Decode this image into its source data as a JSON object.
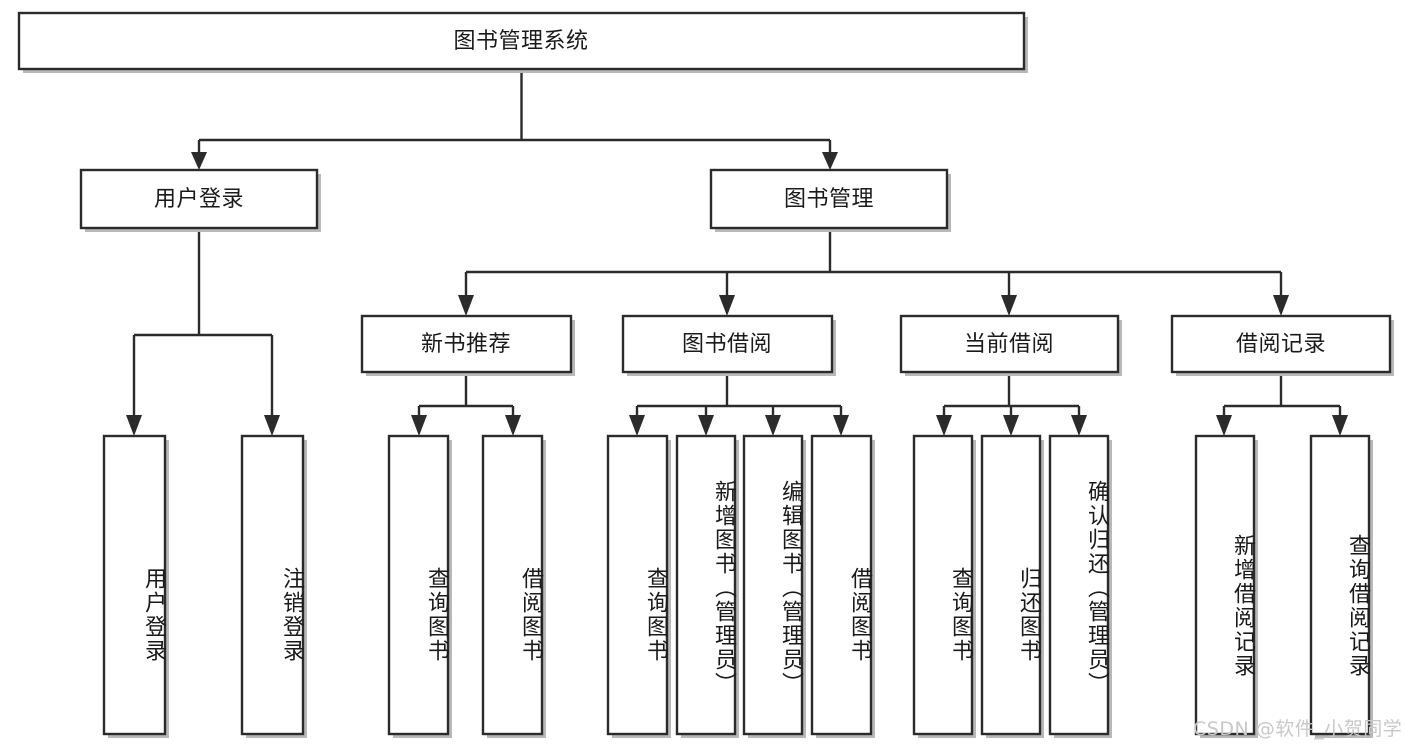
{
  "diagram": {
    "title": "图书管理系统",
    "type": "tree-hierarchy-diagram",
    "root": {
      "id": "root",
      "label": "图书管理系统"
    },
    "level2": [
      {
        "id": "user-login",
        "label": "用户登录"
      },
      {
        "id": "book-management",
        "label": "图书管理"
      }
    ],
    "level3": [
      {
        "id": "new-book-recommend",
        "label": "新书推荐"
      },
      {
        "id": "book-borrow",
        "label": "图书借阅"
      },
      {
        "id": "current-borrow",
        "label": "当前借阅"
      },
      {
        "id": "borrow-record",
        "label": "借阅记录"
      }
    ],
    "leaves": {
      "user_login": [
        {
          "id": "leaf-user-login",
          "label": "用户登录"
        },
        {
          "id": "leaf-logout-login",
          "label": "注销登录"
        }
      ],
      "new_book_recommend": [
        {
          "id": "leaf-query-book-1",
          "label": "查询图书"
        },
        {
          "id": "leaf-borrow-book-1",
          "label": "借阅图书"
        }
      ],
      "book_borrow": [
        {
          "id": "leaf-query-book-2",
          "label": "查询图书"
        },
        {
          "id": "leaf-add-book",
          "label": "新增图书（管理员）"
        },
        {
          "id": "leaf-edit-book",
          "label": "编辑图书（管理员）"
        },
        {
          "id": "leaf-borrow-book-2",
          "label": "借阅图书"
        }
      ],
      "current_borrow": [
        {
          "id": "leaf-query-book-3",
          "label": "查询图书"
        },
        {
          "id": "leaf-return-book",
          "label": "归还图书"
        },
        {
          "id": "leaf-confirm-return",
          "label": "确认归还（管理员）"
        }
      ],
      "borrow_record": [
        {
          "id": "leaf-add-record",
          "label": "新增借阅记录"
        },
        {
          "id": "leaf-query-record",
          "label": "查询借阅记录"
        }
      ]
    }
  },
  "watermark": {
    "text": "CSDN @软件_小贺同学"
  },
  "colors": {
    "stroke": "#2b2b2b",
    "fill": "#ffffff",
    "text": "#1a1a1a",
    "shadow": "#b9b9b9",
    "watermark": "#c8c8c8"
  }
}
